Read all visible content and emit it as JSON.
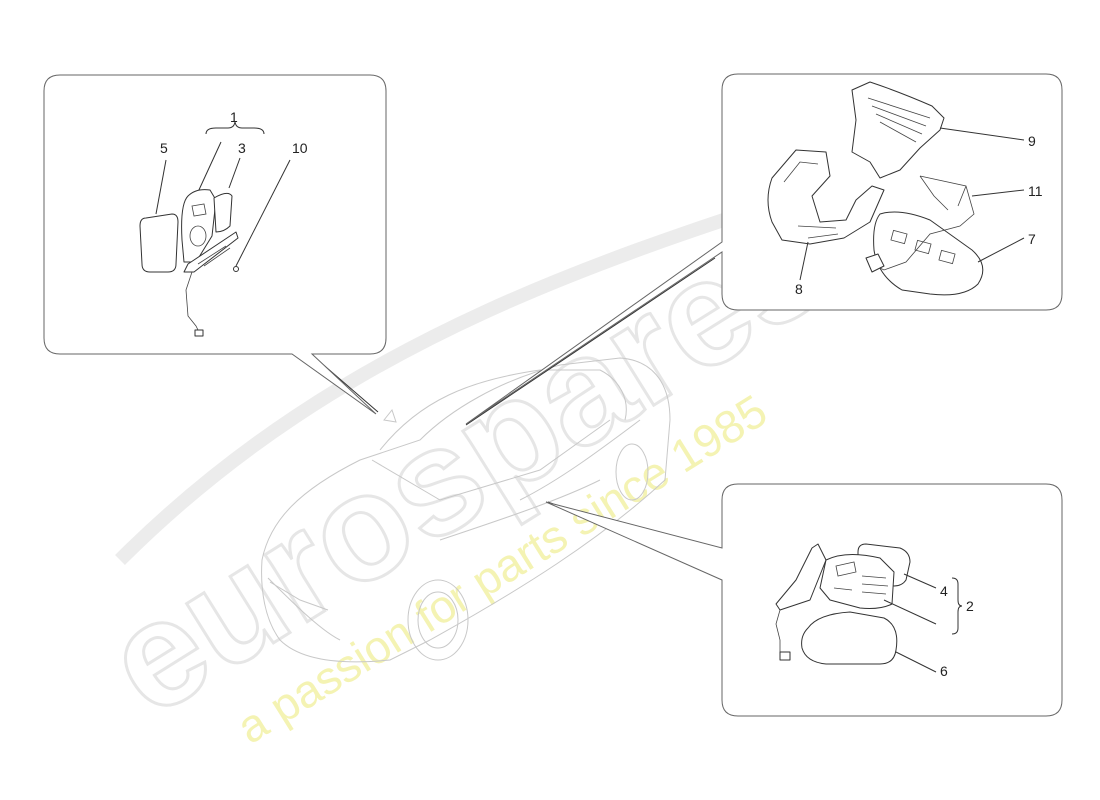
{
  "watermark": {
    "brand": "eurospares",
    "tagline": "a passion for parts since 1985"
  },
  "callouts": {
    "mirror_exploded": {
      "labels": [
        "1",
        "5",
        "3",
        "10"
      ]
    },
    "mirror_housing": {
      "labels": [
        "9",
        "11",
        "7",
        "8"
      ]
    },
    "mirror_assembly": {
      "labels": [
        "4",
        "2",
        "6"
      ]
    }
  }
}
